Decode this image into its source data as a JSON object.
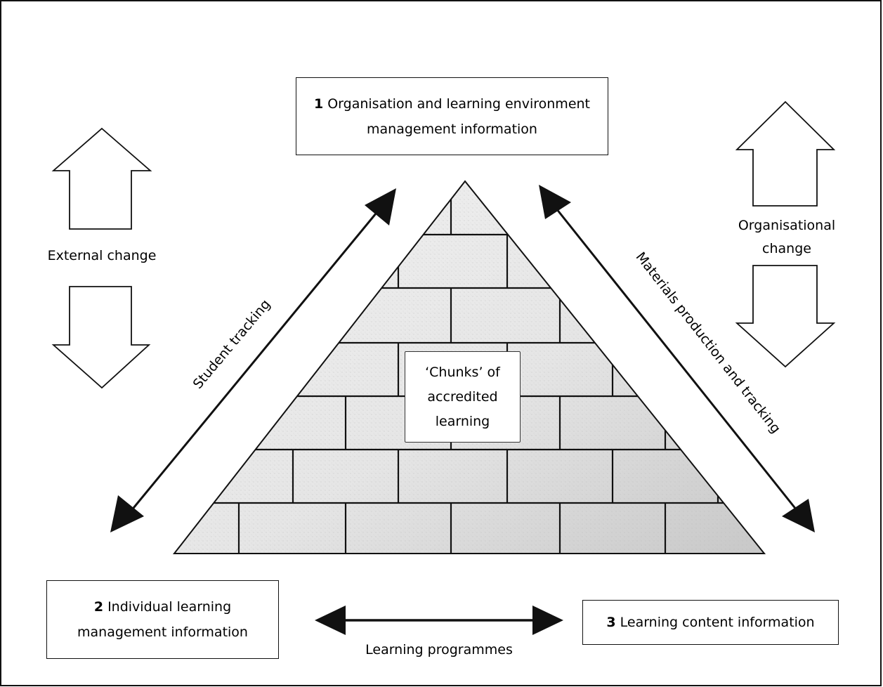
{
  "box_top": {
    "number": "1",
    "line1": "Organisation and learning environment",
    "line2": "management information"
  },
  "box_left": {
    "number": "2",
    "line1": "Individual learning",
    "line2": "management information"
  },
  "box_right": {
    "number": "3",
    "line1": "Learning content information"
  },
  "center_box": {
    "line1": "‘Chunks’ of",
    "line2": "accredited",
    "line3": "learning"
  },
  "labels": {
    "external_change": "External change",
    "organisational_change_1": "Organisational",
    "organisational_change_2": "change",
    "student_tracking": "Student tracking",
    "materials_tracking": "Materials production and tracking",
    "learning_programmes": "Learning programmes"
  },
  "icons": {
    "up_arrow": "hollow-up-arrow-icon",
    "down_arrow": "hollow-down-arrow-icon",
    "double_arrow": "double-headed-arrow-icon"
  },
  "colors": {
    "line": "#111111",
    "stone_light": "#eeeeee",
    "stone_dark": "#cfcfcf"
  }
}
